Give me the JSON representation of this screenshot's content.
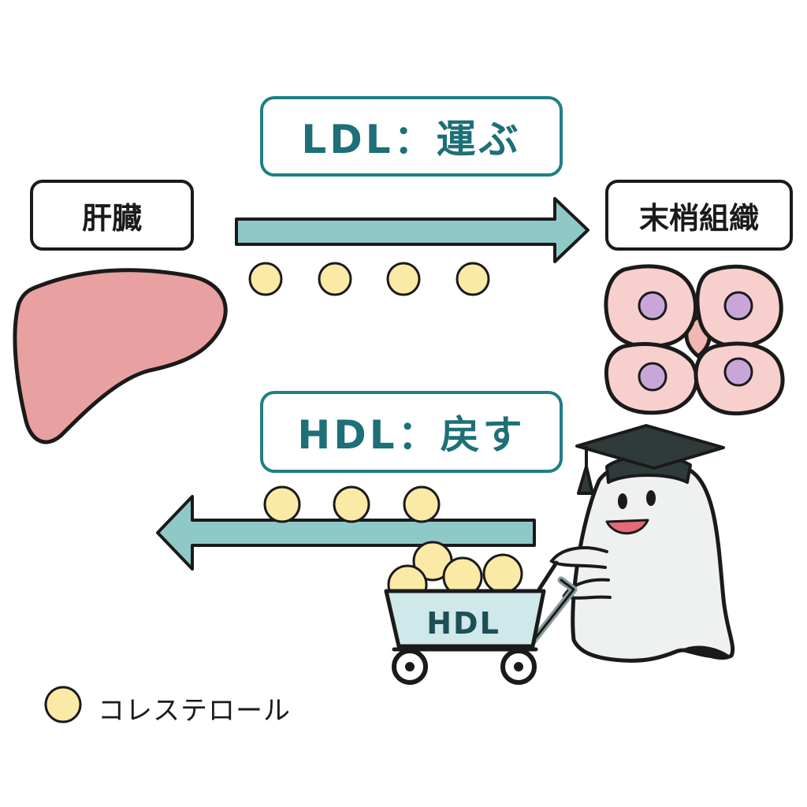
{
  "labels": {
    "liver": "肝臓",
    "peripheral": "末梢組織",
    "ldl_flow": "LDL：運ぶ",
    "hdl_flow": "HDL：戻す",
    "cart": "HDL",
    "legend": "コレステロール"
  },
  "colors": {
    "arrow_fill": "#8ec9c8",
    "outline": "#1a1a1a",
    "teal_text": "#1d6f78",
    "cholesterol": "#fbe9a6",
    "liver": "#e8a0a0",
    "cell": "#f7cfcd",
    "nucleus": "#c8a6da",
    "ghost": "#eef1f0",
    "cap": "#2f3b3b",
    "cart": "#cfe8ea"
  },
  "icons": {
    "liver": "liver-icon",
    "cells": "cell-cluster-icon",
    "mascot": "graduate-ghost-icon",
    "cart": "shopping-cart-icon",
    "cholesterol": "cholesterol-particle-icon"
  }
}
